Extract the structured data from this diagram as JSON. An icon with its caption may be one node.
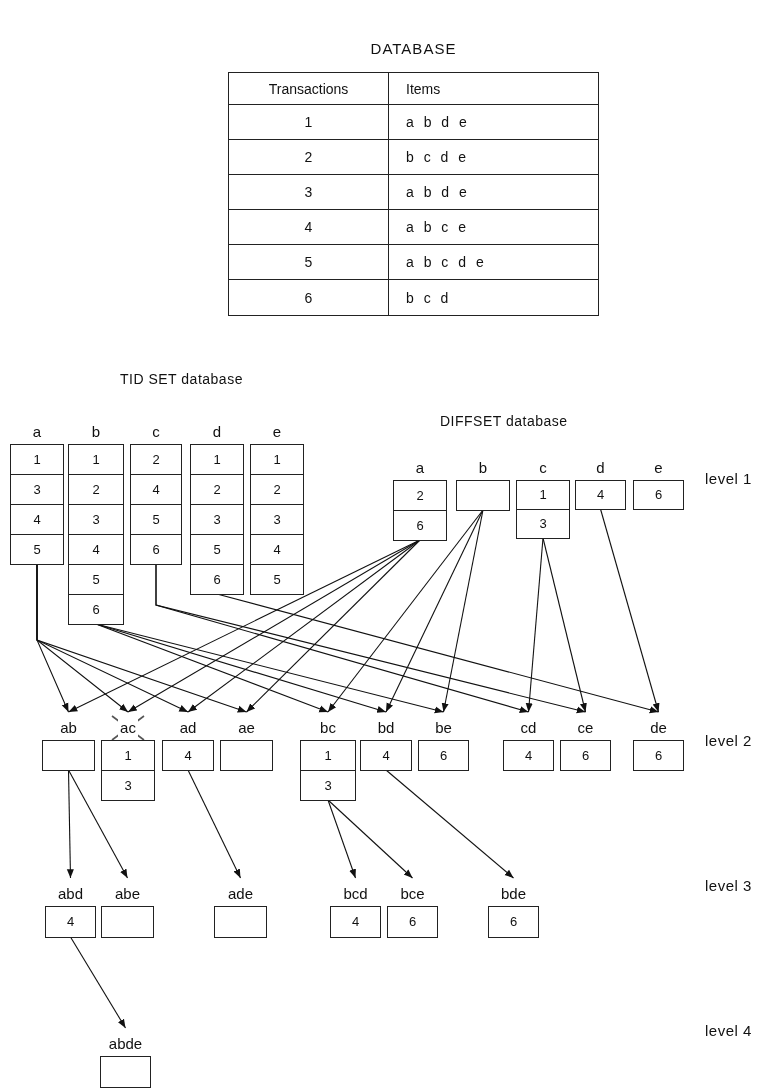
{
  "diagram": {
    "title": "DATABASE",
    "nodes": [
      {
        "text": [
          "a",
          "1",
          "3",
          "4",
          "5"
        ]
      },
      {
        "text": [
          "b",
          "1",
          "2",
          "3",
          "4",
          "5",
          "6"
        ]
      },
      {
        "text": [
          "c",
          "2",
          "4",
          "5",
          "6"
        ]
      },
      {
        "text": [
          "d",
          "1",
          "2",
          "3",
          "5",
          "6"
        ]
      },
      {
        "text": [
          "e",
          "1",
          "2",
          "3",
          "4",
          "5"
        ]
      },
      {
        "text": [
          "a",
          "2",
          "6"
        ]
      },
      {
        "text": [
          "b"
        ]
      },
      {
        "text": [
          "c",
          "1",
          "3"
        ]
      },
      {
        "text": [
          "d",
          "4"
        ]
      },
      {
        "text": [
          "e",
          "6"
        ]
      },
      {
        "text": [
          "ab"
        ]
      },
      {
        "text": [
          "ac",
          "1",
          "3"
        ]
      },
      {
        "text": [
          "ad",
          "4"
        ]
      },
      {
        "text": [
          "ae"
        ]
      },
      {
        "text": [
          "bc",
          "1",
          "3"
        ]
      },
      {
        "text": [
          "bd",
          "4"
        ]
      },
      {
        "text": [
          "be",
          "6"
        ]
      },
      {
        "text": [
          "cd",
          "4"
        ]
      },
      {
        "text": [
          "ce",
          "6"
        ]
      },
      {
        "text": [
          "de",
          "6"
        ]
      },
      {
        "text": [
          "abd",
          "4"
        ]
      },
      {
        "text": [
          "abe"
        ]
      },
      {
        "text": [
          "ade"
        ]
      },
      {
        "text": [
          "bcd",
          "4"
        ]
      },
      {
        "text": [
          "bce",
          "6"
        ]
      },
      {
        "text": [
          "bde",
          "6"
        ]
      },
      {
        "text": [
          "abde"
        ]
      }
    ],
    "edges": [
      {
        "from": 0,
        "to": 10,
        "arrow": "to"
      },
      {
        "from": 0,
        "to": 11,
        "arrow": "to"
      },
      {
        "from": 0,
        "to": 12,
        "arrow": "to"
      },
      {
        "from": 0,
        "to": 13,
        "arrow": "to"
      },
      {
        "from": 5,
        "to": 10,
        "arrow": "to"
      },
      {
        "from": 5,
        "to": 11,
        "arrow": "to"
      },
      {
        "from": 5,
        "to": 12,
        "arrow": "to"
      },
      {
        "from": 5,
        "to": 13,
        "arrow": "to"
      },
      {
        "from": 1,
        "to": 14,
        "arrow": "to"
      },
      {
        "from": 1,
        "to": 15,
        "arrow": "to"
      },
      {
        "from": 1,
        "to": 16,
        "arrow": "to"
      },
      {
        "from": 6,
        "to": 14,
        "arrow": "to"
      },
      {
        "from": 6,
        "to": 15,
        "arrow": "to"
      },
      {
        "from": 6,
        "to": 16,
        "arrow": "to"
      },
      {
        "from": 2,
        "to": 17,
        "arrow": "to"
      },
      {
        "from": 2,
        "to": 18,
        "arrow": "to"
      },
      {
        "from": 7,
        "to": 17,
        "arrow": "to"
      },
      {
        "from": 7,
        "to": 18,
        "arrow": "to"
      },
      {
        "from": 3,
        "to": 19,
        "arrow": "to"
      },
      {
        "from": 8,
        "to": 19,
        "arrow": "to"
      },
      {
        "from": 10,
        "to": 20,
        "arrow": "to"
      },
      {
        "from": 10,
        "to": 21,
        "arrow": "to"
      },
      {
        "from": 12,
        "to": 22,
        "arrow": "to"
      },
      {
        "from": 14,
        "to": 23,
        "arrow": "to"
      },
      {
        "from": 14,
        "to": 24,
        "arrow": "to"
      },
      {
        "from": 15,
        "to": 25,
        "arrow": "to"
      },
      {
        "from": 20,
        "to": 26,
        "arrow": "to"
      }
    ],
    "labels": [
      "Transactions",
      "Items",
      "1",
      "a b d e",
      "2",
      "b c d e",
      "3",
      "a b d e",
      "4",
      "a b c e",
      "5",
      "a b c d e",
      "6",
      "b c d",
      "TID SET database",
      "DIFFSET database",
      "level 1",
      "level 2",
      "level 3",
      "level 4"
    ]
  }
}
